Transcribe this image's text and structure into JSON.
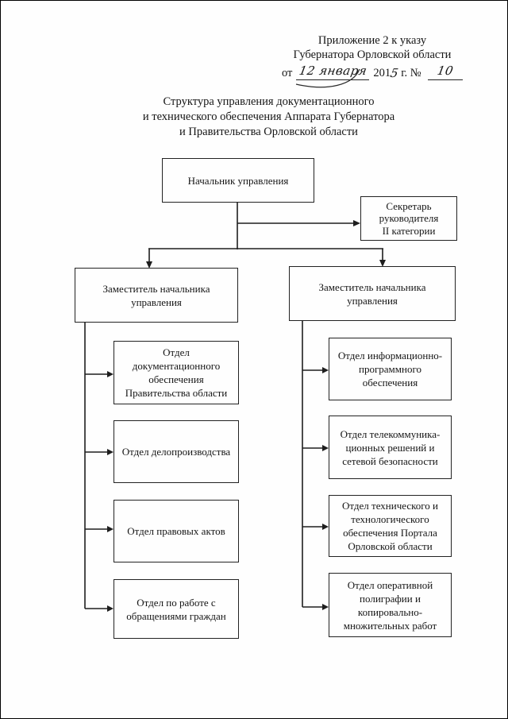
{
  "header": {
    "line1": "Приложение 2 к указу",
    "line2": "Губернатора Орловской области",
    "prefix": "от",
    "date_handwritten": "12 января",
    "year_typed": "201",
    "year_handwritten": "5",
    "after_year": "г. №",
    "number_handwritten": "10"
  },
  "title": {
    "line1": "Структура управления документационного",
    "line2": "и технического обеспечения Аппарата Губернатора",
    "line3": "и Правительства Орловской области"
  },
  "org": {
    "head": {
      "label": "Начальник управления"
    },
    "secretary": {
      "label": "Секретарь\nруководителя\nII категории"
    },
    "deputy_left": {
      "label": "Заместитель начальника\nуправления"
    },
    "deputy_right": {
      "label": "Заместитель начальника\nуправления"
    },
    "left_departments": [
      {
        "label": "Отдел\nдокументационного\nобеспечения\nПравительства области"
      },
      {
        "label": "Отдел делопроизводства"
      },
      {
        "label": "Отдел правовых актов"
      },
      {
        "label": "Отдел по работе с\nобращениями граждан"
      }
    ],
    "right_departments": [
      {
        "label": "Отдел информационно-\nпрограммного\nобеспечения"
      },
      {
        "label": "Отдел телекоммуника-\nционных решений и\nсетевой безопасности"
      },
      {
        "label": "Отдел технического и\nтехнологического\nобеспечения Портала\nОрловской области"
      },
      {
        "label": "Отдел оперативной\nполиграфии и\nкопировально-\nмножительных работ"
      }
    ]
  }
}
